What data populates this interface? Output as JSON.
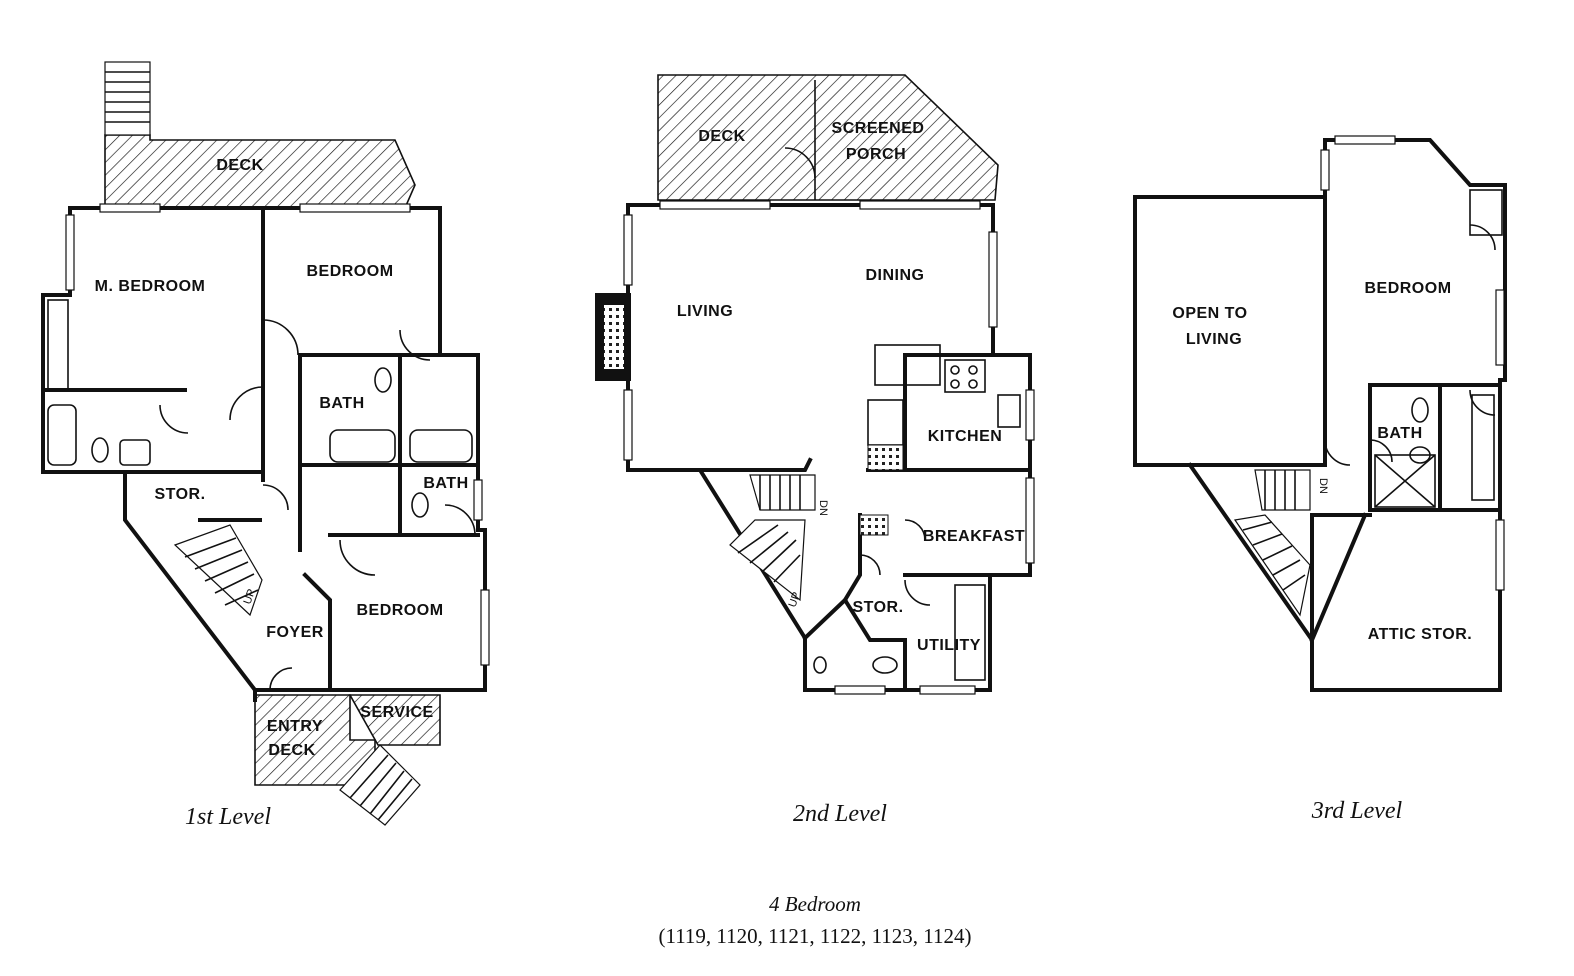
{
  "levels": {
    "first": {
      "title": "1st Level",
      "rooms": {
        "deck": "DECK",
        "m_bedroom": "M. BEDROOM",
        "bedroom_top": "BEDROOM",
        "bath_upper": "BATH",
        "bath_lower": "BATH",
        "stor": "STOR.",
        "bedroom_bottom": "BEDROOM",
        "foyer": "FOYER",
        "entry_deck_1": "ENTRY",
        "entry_deck_2": "DECK",
        "service": "SERVICE",
        "up": "UP"
      }
    },
    "second": {
      "title": "2nd Level",
      "rooms": {
        "deck": "DECK",
        "screened_1": "SCREENED",
        "screened_2": "PORCH",
        "living": "LIVING",
        "dining": "DINING",
        "kitchen": "KITCHEN",
        "breakfast": "BREAKFAST",
        "stor": "STOR.",
        "utility": "UTILITY",
        "dn": "DN",
        "up": "UP"
      }
    },
    "third": {
      "title": "3rd Level",
      "rooms": {
        "open_1": "OPEN TO",
        "open_2": "LIVING",
        "bedroom": "BEDROOM",
        "bath": "BATH",
        "attic": "ATTIC STOR.",
        "dn": "DN"
      }
    }
  },
  "caption": {
    "line1": "4 Bedroom",
    "line2": "(1119, 1120, 1121, 1122, 1123, 1124)"
  }
}
